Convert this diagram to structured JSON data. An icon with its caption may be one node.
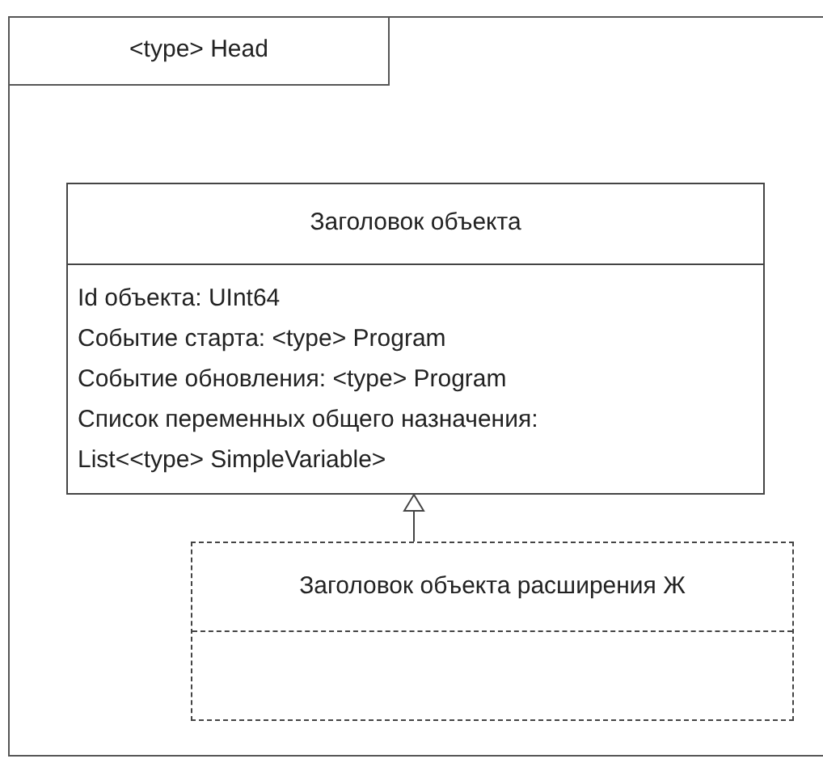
{
  "diagram": {
    "nodes": [
      {
        "text": [
          "<type> Head"
        ]
      },
      {
        "text": [
          "Заголовок объекта",
          "Id объекта: UInt64",
          "Событие старта: <type> Program",
          "Событие обновления: <type> Program",
          "Список переменных общего назначения: List<<type> SimpleVariable>"
        ],
        "in": 0
      },
      {
        "text": [
          "Заголовок объекта расширения Ж"
        ],
        "in": 0
      }
    ],
    "edges": [
      {
        "from": 2,
        "to": 1,
        "arrow": "to"
      }
    ]
  }
}
